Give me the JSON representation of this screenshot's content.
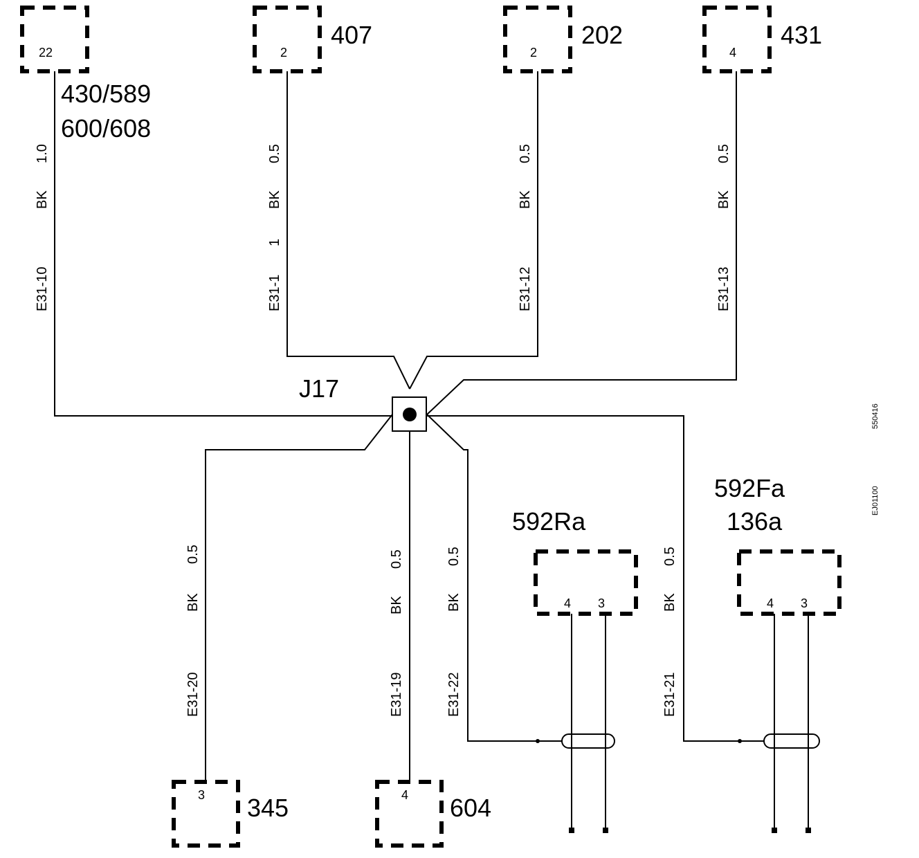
{
  "components": {
    "c430": {
      "pin": "22",
      "label_line1": "430/589",
      "label_line2": "600/608"
    },
    "c407": {
      "pin": "2",
      "label": "407"
    },
    "c202": {
      "pin": "2",
      "label": "202"
    },
    "c431": {
      "pin": "4",
      "label": "431"
    },
    "c345": {
      "pin": "3",
      "label": "345"
    },
    "c604": {
      "pin": "4",
      "label": "604"
    },
    "c592Ra": {
      "pin_a": "4",
      "pin_b": "3",
      "label": "592Ra"
    },
    "c592Fa": {
      "pin_a": "4",
      "pin_b": "3",
      "label_line1": "592Fa",
      "label_line2": "136a"
    }
  },
  "junction": {
    "label": "J17"
  },
  "wires": {
    "w10": {
      "size": "1.0",
      "color": "BK",
      "id": "E31-10"
    },
    "w1": {
      "size": "0.5",
      "color": "BK",
      "extra": "1",
      "id": "E31-1"
    },
    "w12": {
      "size": "0.5",
      "color": "BK",
      "id": "E31-12"
    },
    "w13": {
      "size": "0.5",
      "color": "BK",
      "id": "E31-13"
    },
    "w20": {
      "size": "0.5",
      "color": "BK",
      "id": "E31-20"
    },
    "w19": {
      "size": "0.5",
      "color": "BK",
      "id": "E31-19"
    },
    "w22": {
      "size": "0.5",
      "color": "BK",
      "id": "E31-22"
    },
    "w21": {
      "size": "0.5",
      "color": "BK",
      "id": "E31-21"
    }
  },
  "side_codes": {
    "code1": "550416",
    "code2": "EJ01100"
  }
}
